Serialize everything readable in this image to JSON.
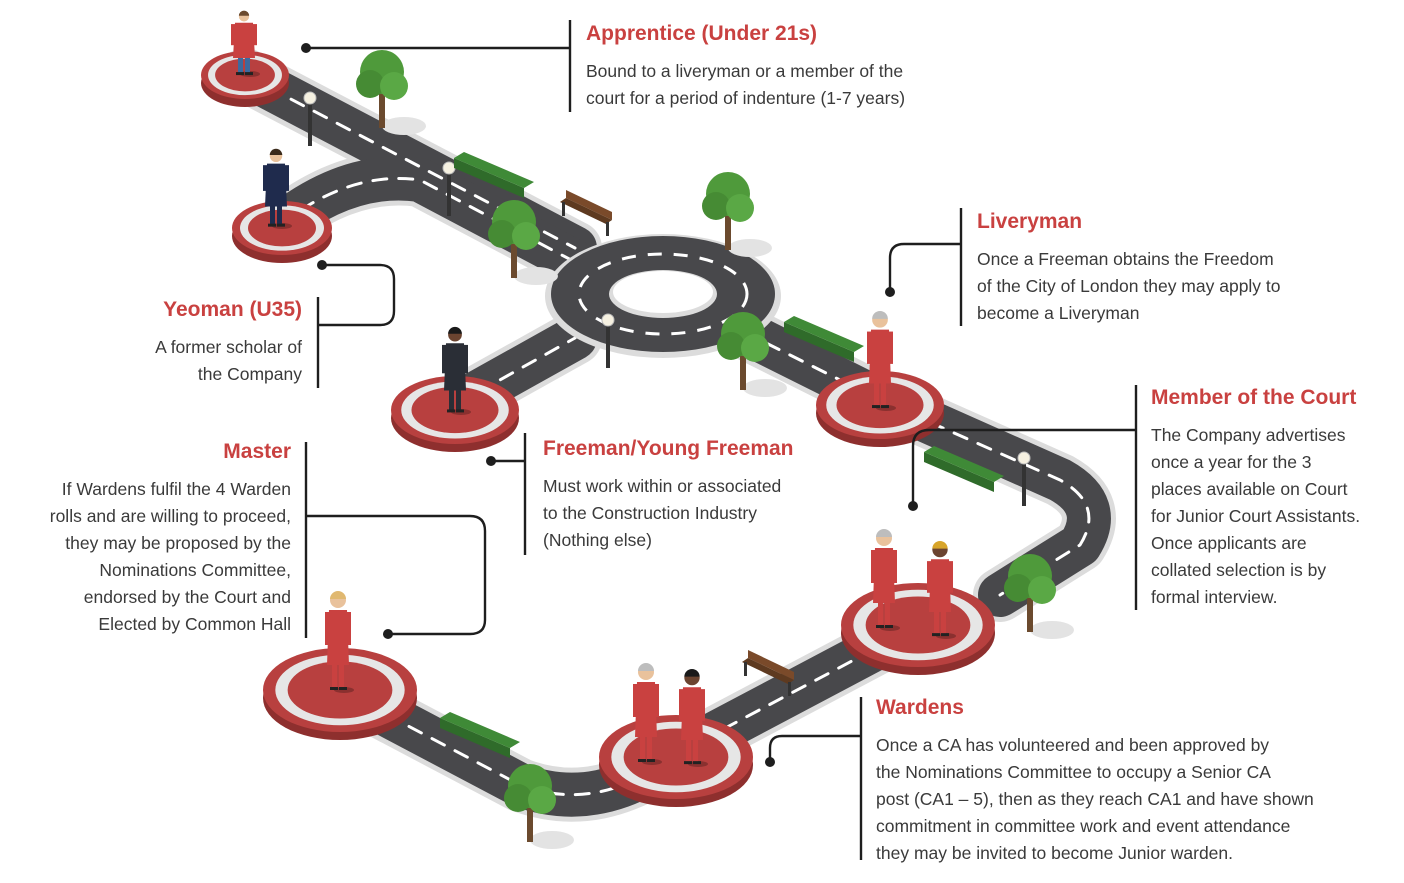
{
  "colors": {
    "accent_red": "#c94140",
    "road": "#4a4a4d",
    "road_marking": "#ffffff",
    "disc_red": "#b8403f",
    "disc_rim": "#e6e6e6",
    "tree_green": "#4f9a3b",
    "text": "#3a3a3a",
    "connector": "#1e1e1e"
  },
  "stages": {
    "apprentice": {
      "title": "Apprentice (Under 21s)",
      "desc": [
        "Bound to a liveryman or a member of the",
        "court for a period of indenture (1-7 years)"
      ]
    },
    "yeoman": {
      "title": "Yeoman (U35)",
      "desc": [
        "A former scholar of",
        "the Company"
      ]
    },
    "liveryman": {
      "title": "Liveryman",
      "desc": [
        "Once a Freeman obtains the Freedom",
        "of the City of London they may apply to",
        "become a Liveryman"
      ]
    },
    "freeman": {
      "title": "Freeman/Young Freeman",
      "desc": [
        "Must work within or associated",
        "to the Construction Industry",
        "(Nothing else)"
      ]
    },
    "member_court": {
      "title": "Member of the Court",
      "desc": [
        "The Company advertises",
        "once a year for the 3",
        "places available on Court",
        "for Junior Court Assistants.",
        "Once applicants are",
        "collated selection is by",
        "formal interview."
      ]
    },
    "master": {
      "title": "Master",
      "desc": [
        "If Wardens fulfil the 4 Warden",
        "rolls and are willing to proceed,",
        "they may be proposed by the",
        "Nominations Committee,",
        "endorsed by the Court and",
        "Elected by Common Hall"
      ]
    },
    "wardens": {
      "title": "Wardens",
      "desc": [
        "Once a CA has volunteered and been approved by",
        "the Nominations Committee to occupy a Senior CA",
        "post (CA1 – 5), then as they reach CA1 and have shown",
        "commitment in committee work and event attendance",
        "they may be invited to become Junior warden."
      ]
    }
  },
  "icons": [
    "tree-icon",
    "bench-icon",
    "street-lamp-icon",
    "hedge-icon",
    "person-icon",
    "roundabout-icon"
  ]
}
